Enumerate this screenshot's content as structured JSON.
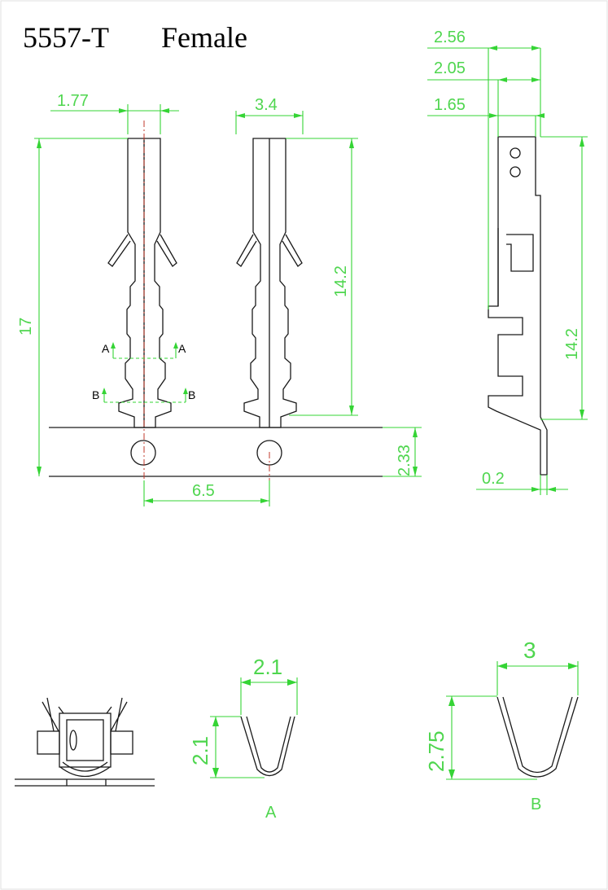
{
  "title": {
    "part": "5557-T",
    "gender": "Female"
  },
  "front_view": {
    "dims": {
      "tip_width": "1.77",
      "body_width": "3.4",
      "total_length": "17",
      "contact_length": "14.2",
      "base_offset": "2.33",
      "pitch": "6.5"
    },
    "section_labels": {
      "a": "A",
      "b": "B"
    }
  },
  "side_view": {
    "dims": {
      "w1": "2.56",
      "w2": "2.05",
      "w3": "1.65",
      "length": "14.2",
      "thickness": "0.2"
    }
  },
  "section_a": {
    "width": "2.1",
    "height": "2.1",
    "label": "A"
  },
  "section_b": {
    "width": "3",
    "height": "2.75",
    "label": "B"
  },
  "colors": {
    "dimension": "#35d435",
    "outline": "#1a1a1a",
    "centerline": "#c0392b"
  }
}
